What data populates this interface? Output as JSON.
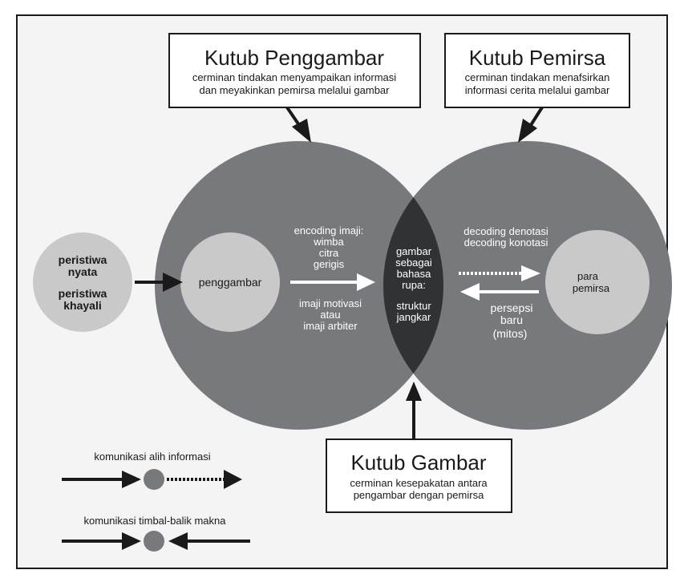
{
  "poles": {
    "penggambar": {
      "title": "Kutub Penggambar",
      "line1": "cerminan tindakan menyampaikan informasi",
      "line2": "dan meyakinkan pemirsa melalui gambar"
    },
    "pemirsa": {
      "title": "Kutub Pemirsa",
      "line1": "cerminan tindakan menafsirkan",
      "line2": "informasi cerita melalui gambar"
    },
    "gambar": {
      "title": "Kutub Gambar",
      "line1": "cerminan kesepakatan antara",
      "line2": "pengambar dengan pemirsa"
    }
  },
  "source": {
    "line1": "peristiwa",
    "line2": "nyata",
    "line3": "peristiwa",
    "line4": "khayali"
  },
  "nodes": {
    "penggambar": "penggambar",
    "pemirsa_line1": "para",
    "pemirsa_line2": "pemirsa"
  },
  "encoding": {
    "line1": "encoding imaji:",
    "line2": "wimba",
    "line3": "citra",
    "line4": "gerigis"
  },
  "motivation": {
    "line1": "imaji motivasi",
    "line2": "atau",
    "line3": "imaji arbiter"
  },
  "center": {
    "line1": "gambar",
    "line2": "sebagai",
    "line3": "bahasa",
    "line4": "rupa:",
    "line5": "struktur",
    "line6": "jangkar"
  },
  "decoding": {
    "line1": "decoding denotasi",
    "line2": "decoding konotasi"
  },
  "perception": {
    "line1": "persepsi",
    "line2": "baru",
    "line3": "(mitos)"
  },
  "legend": {
    "transfer": "komunikasi alih informasi",
    "reciprocal": "komunikasi timbal-balik makna"
  },
  "colors": {
    "circle": "#77797c",
    "overlap": "#2f3336",
    "node": "#c9c9c9",
    "ink": "#1a1a1a"
  }
}
